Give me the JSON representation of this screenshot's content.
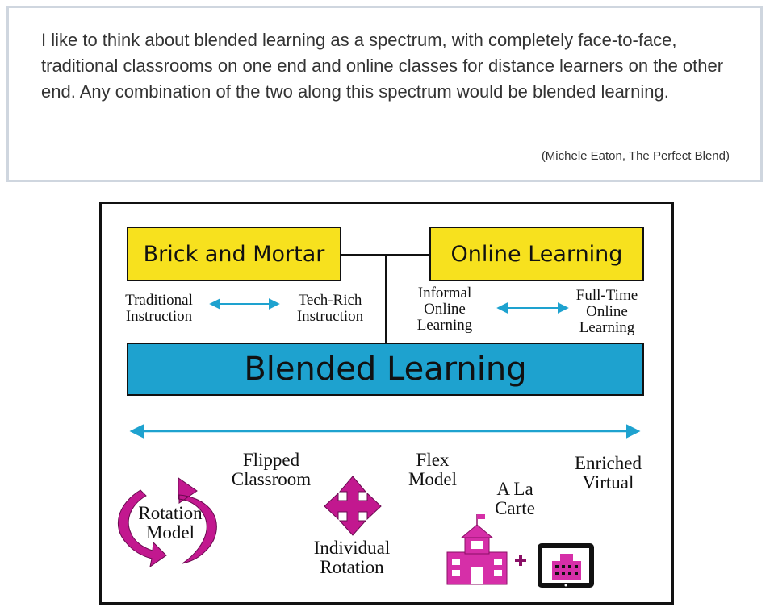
{
  "quote": {
    "text": "I like to think about blended learning as a spectrum, with completely face-to-face, traditional classrooms on one end and online classes for distance learners on the other end. Any combination of the two along this spectrum would be blended learning.",
    "citation": "(Michele Eaton, The Perfect Blend)"
  },
  "diagram": {
    "brick_and_mortar": "Brick and Mortar",
    "online_learning": "Online Learning",
    "blended_learning": "Blended Learning",
    "traditional_1": "Traditional",
    "traditional_2": "Instruction",
    "techrich_1": "Tech-Rich",
    "techrich_2": "Instruction",
    "informal_1": "Informal",
    "informal_2": "Online",
    "informal_3": "Learning",
    "fulltime_1": "Full-Time",
    "fulltime_2": "Online",
    "fulltime_3": "Learning",
    "flipped_1": "Flipped",
    "flipped_2": "Classroom",
    "flex_1": "Flex",
    "flex_2": "Model",
    "enriched_1": "Enriched",
    "enriched_2": "Virtual",
    "alacarte_1": "A La",
    "alacarte_2": "Carte",
    "rotation_1": "Rotation",
    "rotation_2": "Model",
    "individual_1": "Individual",
    "individual_2": "Rotation"
  },
  "colors": {
    "yellow": "#f7e11e",
    "blue": "#1ea2cf",
    "arrow_blue": "#1ea2cf",
    "magenta": "#c2188f",
    "dark_magenta": "#8a0f66"
  }
}
